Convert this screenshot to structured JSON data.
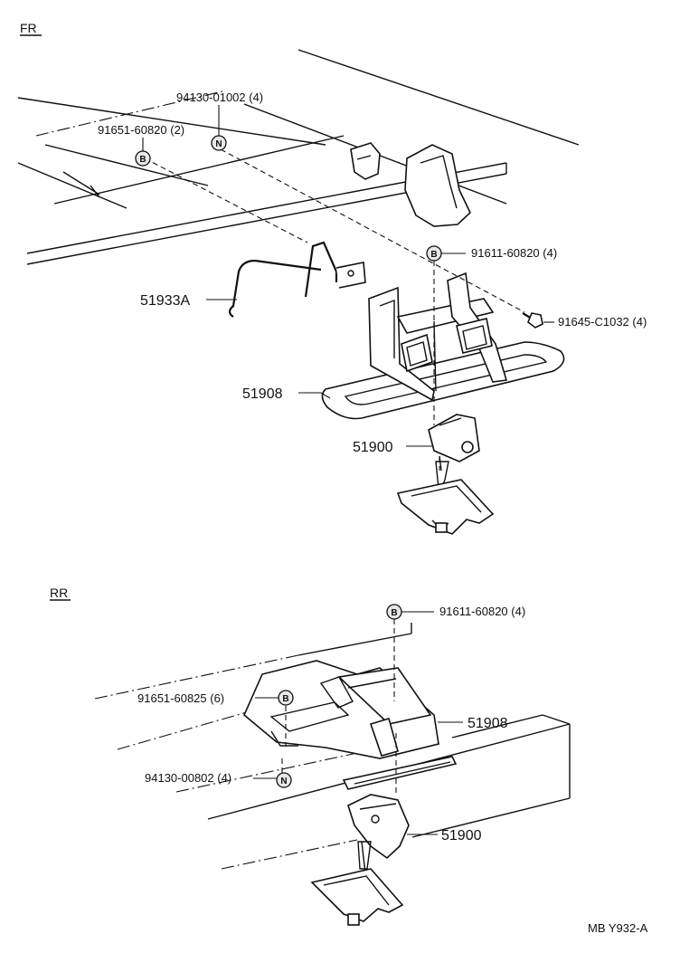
{
  "sections": {
    "front": "FR",
    "rear": "RR"
  },
  "front_labels": {
    "p94130_01002": "94130-01002 (4)",
    "p91651_60820": "91651-60820 (2)",
    "p91611_60820": "91611-60820 (4)",
    "p91645_c1032": "91645-C1032 (4)",
    "p51933a": "51933A",
    "p51908": "51908",
    "p51900": "51900"
  },
  "rear_labels": {
    "p91611_60820": "91611-60820 (4)",
    "p91651_60825": "91651-60825 (6)",
    "p51908": "51908",
    "p94130_00802": "94130-00802 (4)",
    "p51900": "51900"
  },
  "badges": {
    "b": "B",
    "n": "N"
  },
  "figure_code": "MB Y932-A"
}
